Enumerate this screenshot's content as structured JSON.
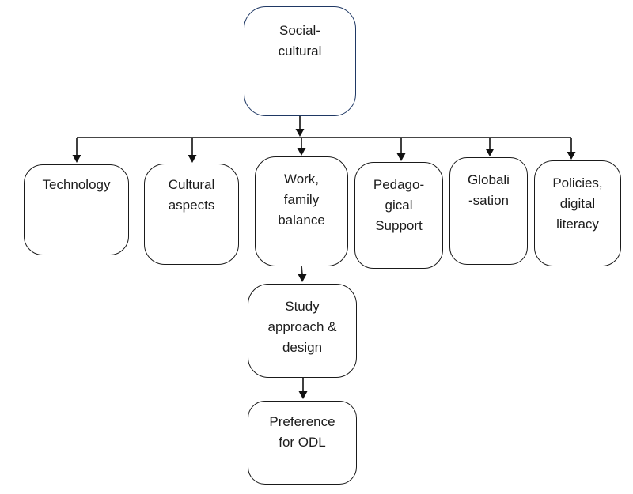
{
  "diagram": {
    "type": "flowchart",
    "background_color": "#ffffff",
    "colors": {
      "root_border": "#1f3864",
      "node_border": "#1a1a1a",
      "connector": "#2b2b2b",
      "arrowhead": "#111111",
      "text": "#1c1c1c"
    },
    "nodes": [
      {
        "id": "social-cultural",
        "label": "Social-\ncultural",
        "role": "root"
      },
      {
        "id": "technology",
        "label": "Technology",
        "role": "factor"
      },
      {
        "id": "cultural-aspects",
        "label": "Cultural\naspects",
        "role": "factor"
      },
      {
        "id": "work-family-balance",
        "label": "Work,\nfamily\nbalance",
        "role": "factor"
      },
      {
        "id": "pedagogical-support",
        "label": "Pedago-\ngical\nSupport",
        "role": "factor"
      },
      {
        "id": "globalisation",
        "label": "Globali\n-sation",
        "role": "factor"
      },
      {
        "id": "policies-digital-literacy",
        "label": "Policies,\ndigital\nliteracy",
        "role": "factor"
      },
      {
        "id": "study-approach-design",
        "label": "Study\napproach &\ndesign",
        "role": "outcome"
      },
      {
        "id": "preference-for-odl",
        "label": "Preference\nfor ODL",
        "role": "outcome"
      }
    ],
    "edges": [
      {
        "from": "social-cultural",
        "to": "technology"
      },
      {
        "from": "social-cultural",
        "to": "cultural-aspects"
      },
      {
        "from": "social-cultural",
        "to": "work-family-balance"
      },
      {
        "from": "social-cultural",
        "to": "pedagogical-support"
      },
      {
        "from": "social-cultural",
        "to": "globalisation"
      },
      {
        "from": "social-cultural",
        "to": "policies-digital-literacy"
      },
      {
        "from": "work-family-balance",
        "to": "study-approach-design"
      },
      {
        "from": "study-approach-design",
        "to": "preference-for-odl"
      }
    ]
  }
}
